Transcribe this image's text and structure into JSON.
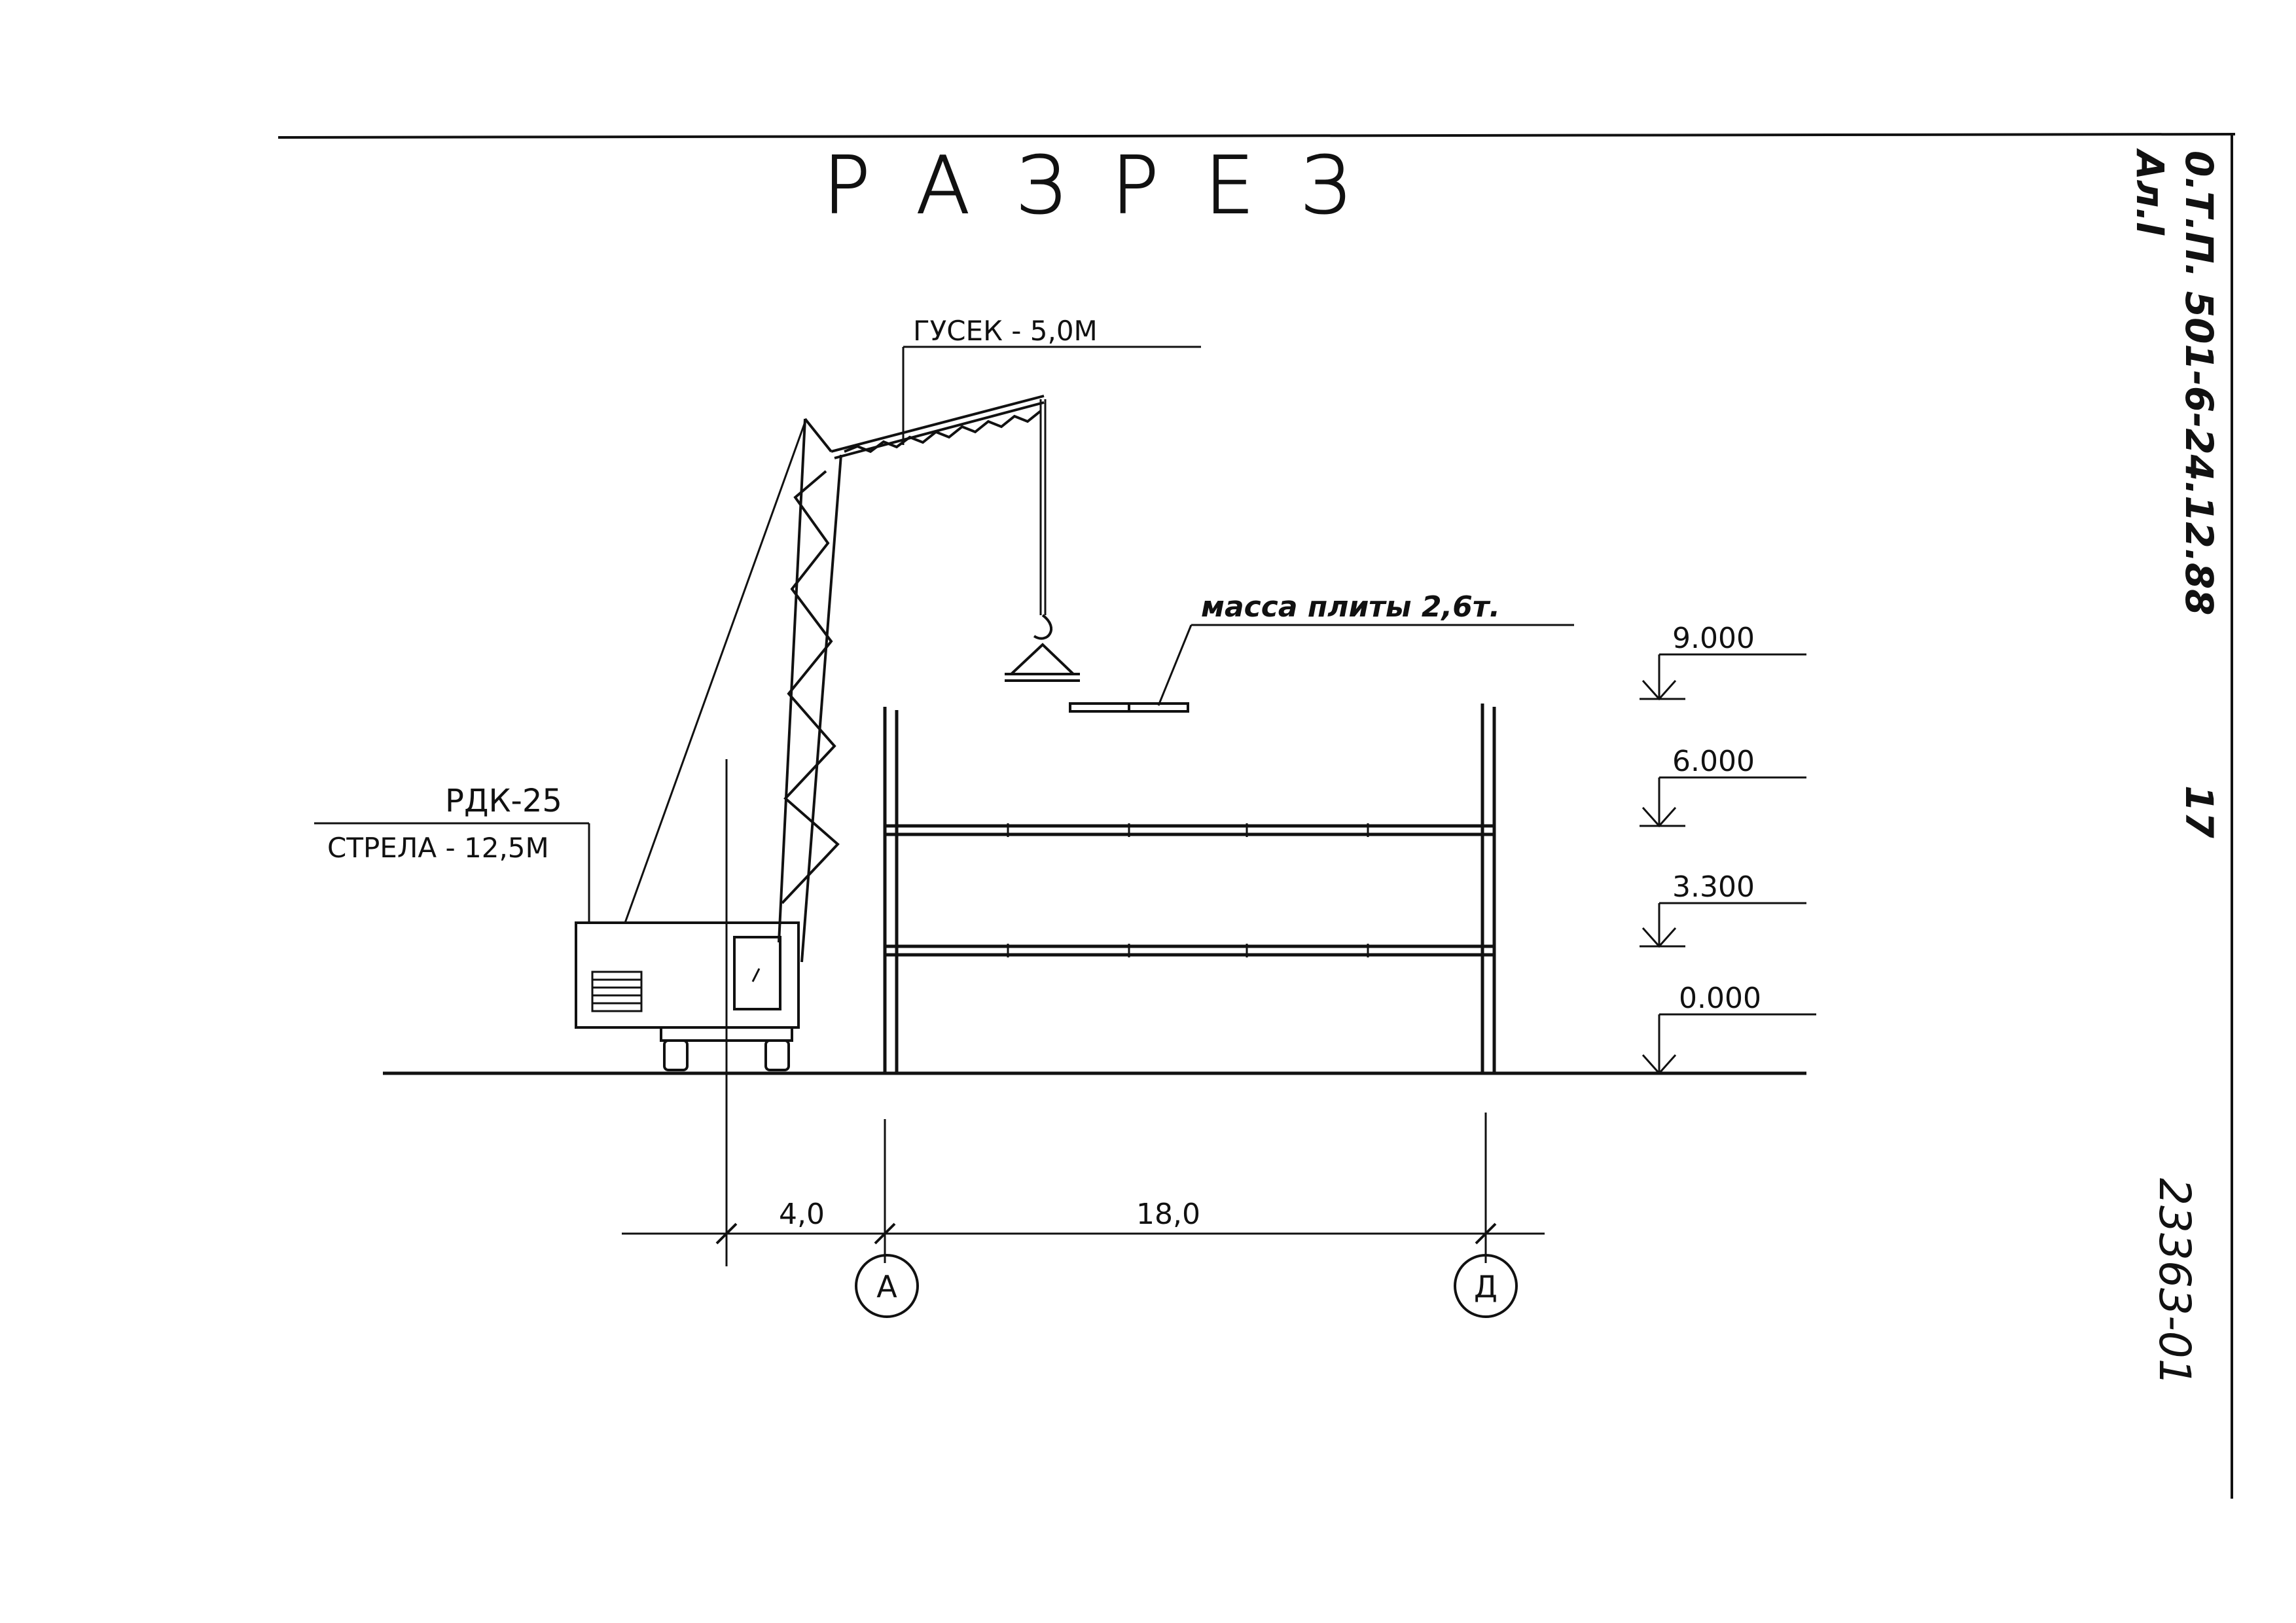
{
  "title": "РАЗРЕЗ",
  "stamp": {
    "doc_code": "0.Т.П. 501-6-24.12.88",
    "album": "Ал.I",
    "page": "17",
    "sheet_no": "23363-01"
  },
  "labels": {
    "jib": "ГУСЕК - 5,0М",
    "crane_model": "РДК-25",
    "boom": "СТРЕЛА - 12,5М",
    "slab_mass": "масса плиты 2,6т."
  },
  "levels": [
    "9.000",
    "6.000",
    "3.300",
    "0.000"
  ],
  "dimensions": {
    "crane_offset": "4,0",
    "span": "18,0"
  },
  "axes": {
    "left": "А",
    "right": "Д"
  },
  "colors": {
    "ink": "#111111",
    "paper": "#ffffff"
  }
}
